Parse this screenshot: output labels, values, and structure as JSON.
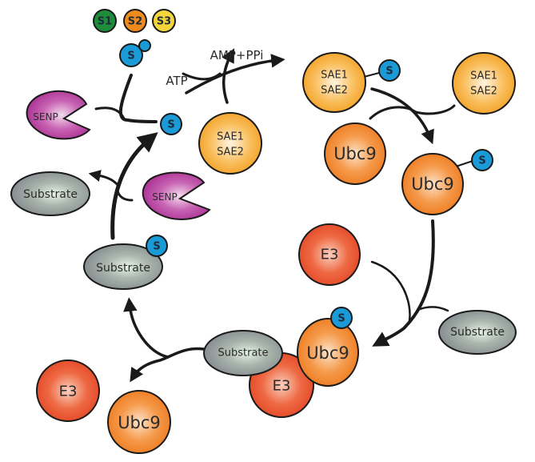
{
  "diagram": {
    "title": "SUMO conjugation cycle",
    "isoforms": [
      {
        "label": "S1",
        "color": "#1e8c3a"
      },
      {
        "label": "S2",
        "color": "#ef8a1c"
      },
      {
        "label": "S3",
        "color": "#f4d63a"
      }
    ],
    "sumo": {
      "label": "S",
      "color": "#1a9ad6"
    },
    "labels": {
      "atp": "ATP",
      "amp": "AMP+PPi",
      "senp": "SENP",
      "sae1": "SAE1",
      "sae2": "SAE2",
      "ubc9": "Ubc9",
      "e3": "E3",
      "substrate": "Substrate"
    },
    "colors": {
      "senp": "#b0399b",
      "sae": "#f5a52a",
      "ubc9": "#f07a22",
      "e3": "#e7492a",
      "substrate": "#8a9195",
      "arrow": "#1a1a1a"
    }
  }
}
